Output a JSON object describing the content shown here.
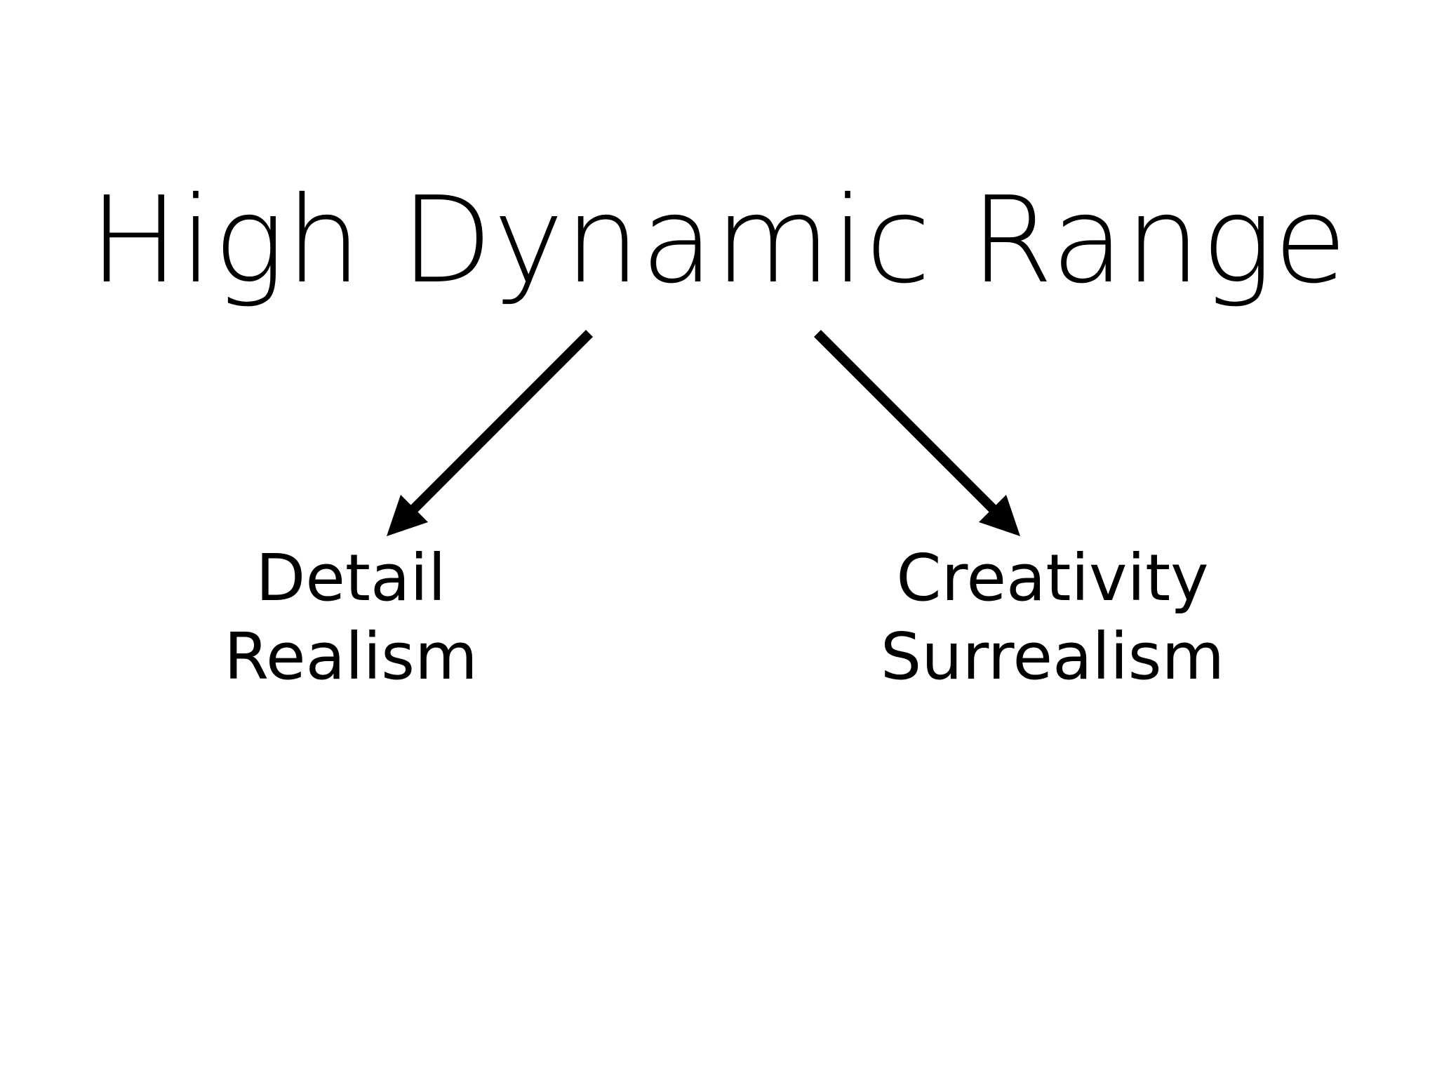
{
  "title": "High Dynamic Range",
  "branches": [
    {
      "line1": "Detail",
      "line2": "Realism"
    },
    {
      "line1": "Creativity",
      "line2": "Surrealism"
    }
  ],
  "colors": {
    "background": "#ffffff",
    "text": "#000000",
    "arrow": "#000000"
  }
}
